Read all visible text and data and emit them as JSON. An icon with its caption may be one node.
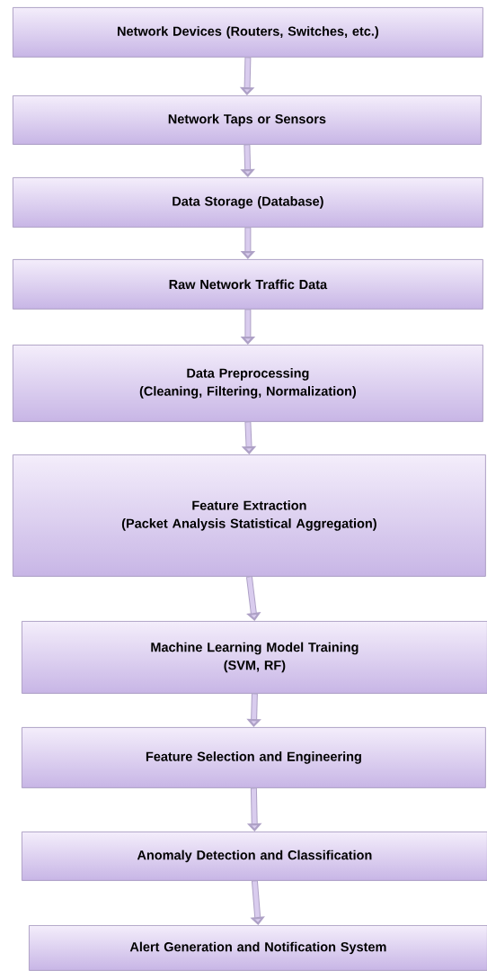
{
  "diagram": {
    "nodes": [
      {
        "text": [
          "Network Devices (Routers, Switches, etc.)"
        ]
      },
      {
        "text": [
          "Network Taps or Sensors"
        ]
      },
      {
        "text": [
          "Data Storage (Database)"
        ]
      },
      {
        "text": [
          "Raw Network Traffic Data"
        ]
      },
      {
        "text": [
          "Data Preprocessing",
          "(Cleaning, Filtering, Normalization)"
        ]
      },
      {
        "text": [
          "Feature Extraction",
          "(Packet Analysis Statistical Aggregation)"
        ]
      },
      {
        "text": [
          "Machine Learning Model Training",
          "(SVM, RF)"
        ]
      },
      {
        "text": [
          "Feature Selection and Engineering"
        ]
      },
      {
        "text": [
          "Anomaly Detection and Classification"
        ]
      },
      {
        "text": [
          "Alert Generation and Notification System"
        ]
      }
    ],
    "edges": [
      {
        "from": 0,
        "to": 1,
        "arrow": "to"
      },
      {
        "from": 1,
        "to": 2,
        "arrow": "to"
      },
      {
        "from": 2,
        "to": 3,
        "arrow": "to"
      },
      {
        "from": 3,
        "to": 4,
        "arrow": "to"
      },
      {
        "from": 4,
        "to": 5,
        "arrow": "to"
      },
      {
        "from": 5,
        "to": 6,
        "arrow": "to"
      },
      {
        "from": 6,
        "to": 7,
        "arrow": "to"
      },
      {
        "from": 7,
        "to": 8,
        "arrow": "to"
      },
      {
        "from": 8,
        "to": 9,
        "arrow": "to"
      }
    ]
  }
}
